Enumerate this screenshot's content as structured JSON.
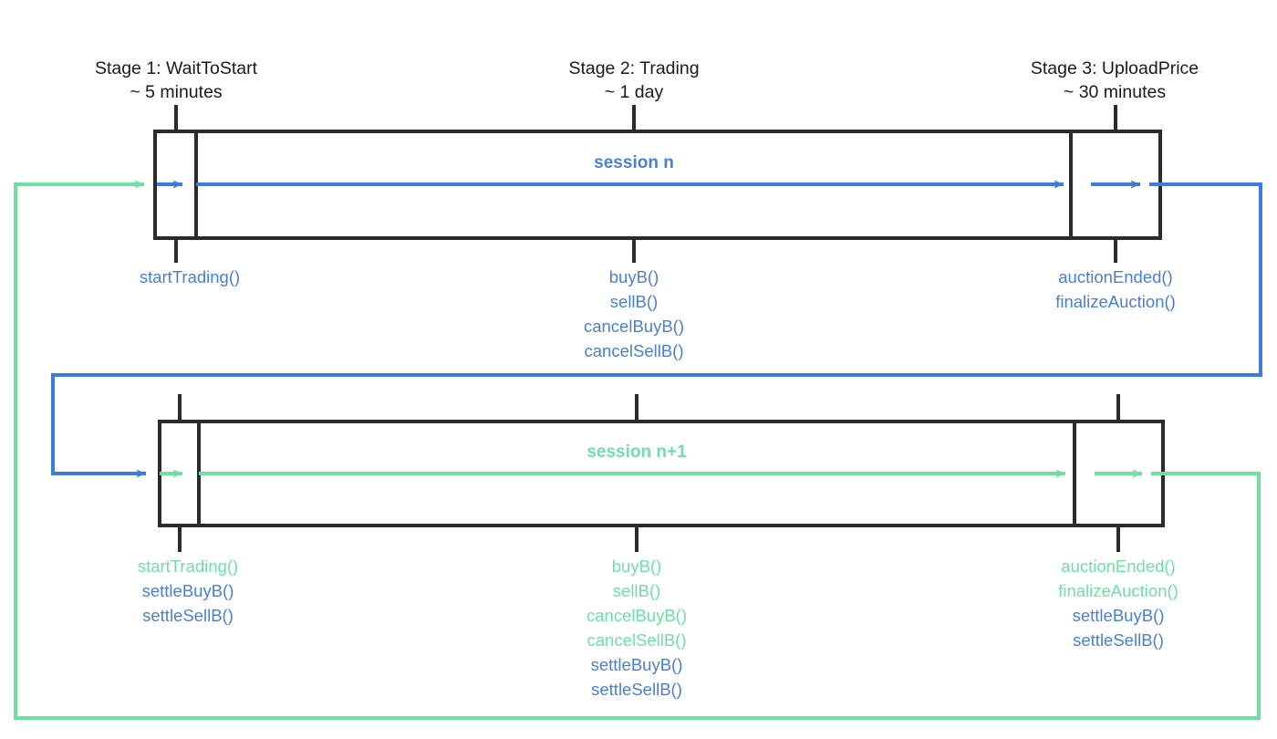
{
  "diagram": {
    "title_stages": [
      {
        "name": "Stage 1: WaitToStart",
        "duration": "~ 5 minutes"
      },
      {
        "name": "Stage 2: Trading",
        "duration": "~ 1 day"
      },
      {
        "name": "Stage 3: UploadPrice",
        "duration": "~ 30 minutes"
      }
    ],
    "colors": {
      "blue": "#4a7fd4",
      "green": "#6ee0a4",
      "box": "#2b2b2b",
      "text": "#1a1a1a"
    },
    "sessions": [
      {
        "label": "session n",
        "label_color": "blue",
        "flow_color": "blue",
        "stage1_functions": [
          {
            "text": "startTrading()",
            "color": "blue"
          }
        ],
        "stage2_functions": [
          {
            "text": "buyB()",
            "color": "blue"
          },
          {
            "text": "sellB()",
            "color": "blue"
          },
          {
            "text": "cancelBuyB()",
            "color": "blue"
          },
          {
            "text": "cancelSellB()",
            "color": "blue"
          }
        ],
        "stage3_functions": [
          {
            "text": "auctionEnded()",
            "color": "blue"
          },
          {
            "text": "finalizeAuction()",
            "color": "blue"
          }
        ]
      },
      {
        "label": "session n+1",
        "label_color": "green",
        "flow_color": "green",
        "stage1_functions": [
          {
            "text": "startTrading()",
            "color": "green"
          },
          {
            "text": "settleBuyB()",
            "color": "blue"
          },
          {
            "text": "settleSellB()",
            "color": "blue"
          }
        ],
        "stage2_functions": [
          {
            "text": "buyB()",
            "color": "green"
          },
          {
            "text": "sellB()",
            "color": "green"
          },
          {
            "text": "cancelBuyB()",
            "color": "green"
          },
          {
            "text": "cancelSellB()",
            "color": "green"
          },
          {
            "text": "settleBuyB()",
            "color": "blue"
          },
          {
            "text": "settleSellB()",
            "color": "blue"
          }
        ],
        "stage3_functions": [
          {
            "text": "auctionEnded()",
            "color": "green"
          },
          {
            "text": "finalizeAuction()",
            "color": "green"
          },
          {
            "text": "settleBuyB()",
            "color": "blue"
          },
          {
            "text": "settleSellB()",
            "color": "blue"
          }
        ]
      }
    ]
  }
}
